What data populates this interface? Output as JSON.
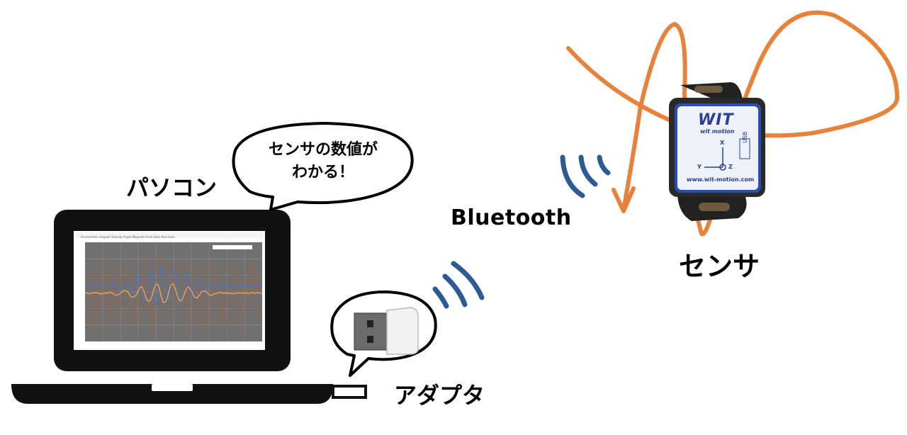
{
  "labels": {
    "pc": "パソコン",
    "adapter": "アダプタ",
    "sensor": "センサ",
    "bluetooth": "Bluetooth"
  },
  "speech_bubble": {
    "line1": "センサの数値が",
    "line2": "わかる！"
  },
  "screen_tabs": "Acceleration   Angular Velocity   Angle   Magnetic Field   Data   Raw Data",
  "sensor_device": {
    "brand": "WIT",
    "brand_sub": "wit motion",
    "url": "www.wit-motion.com",
    "axis_x": "X",
    "axis_y": "Y",
    "axis_z": "Z",
    "port": "USB"
  },
  "colors": {
    "signal_arcs": "#2c5a94",
    "motion_path": "#e8823a",
    "sensor_face": "#eef1f8",
    "sensor_trim": "#2a4db0",
    "chart_bg": "#707070",
    "line_blue": "#4a78b8",
    "line_orange": "#e8823a"
  }
}
